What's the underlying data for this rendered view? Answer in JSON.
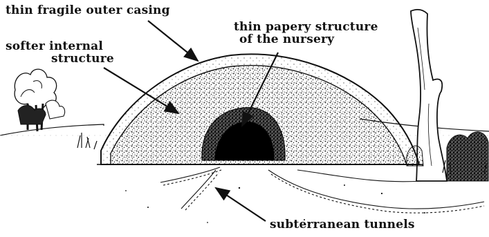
{
  "labels": {
    "outer_casing": "thin fragile outer casing",
    "internal_line1": "softer internal",
    "internal_line2": "structure",
    "nursery_line1": "thin papery structure",
    "nursery_line2": "of the nursery",
    "tunnels": "subterranean tunnels"
  },
  "colors": {
    "ink": "#111111",
    "paper": "#ffffff"
  }
}
